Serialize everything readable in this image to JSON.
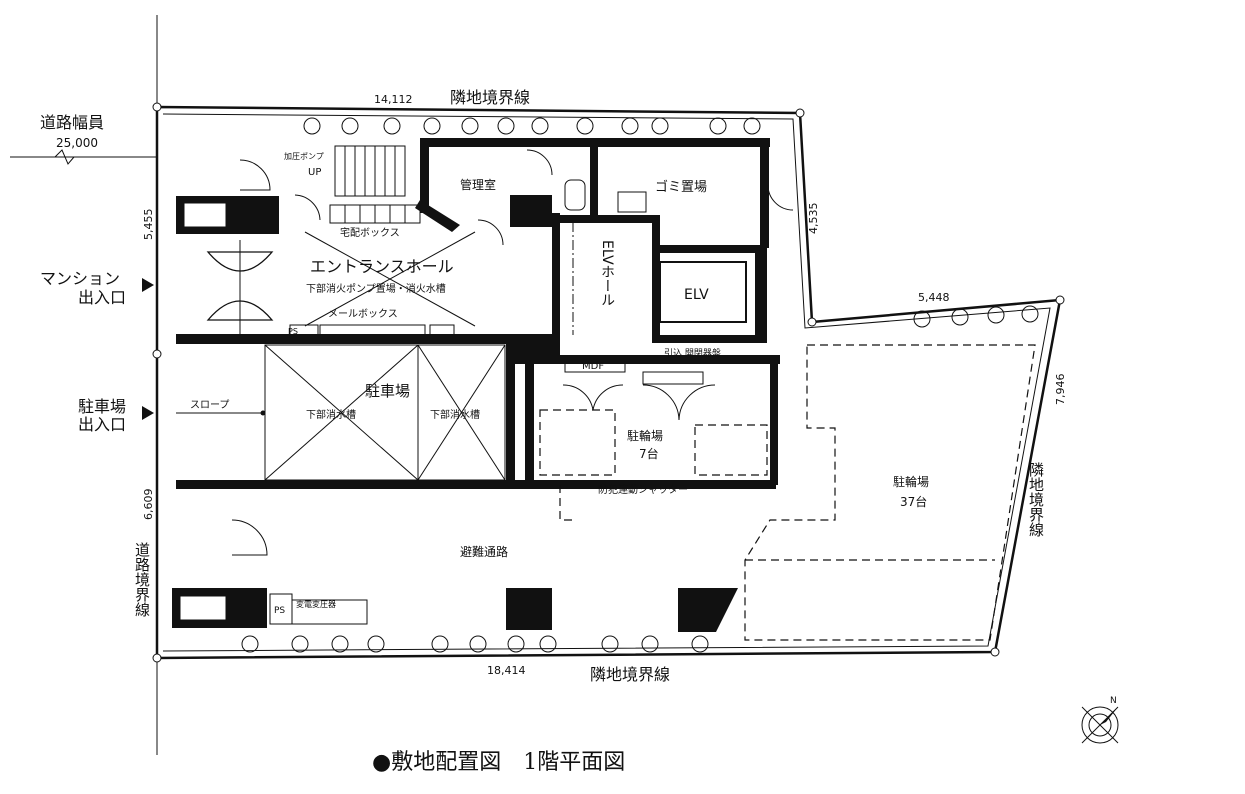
{
  "boundary": {
    "top_label": "隣地境界線",
    "bottom_label": "隣地境界線",
    "right_label": "隣地境界線",
    "left_label": "道路境界線",
    "road_width_label": "道路幅員",
    "road_width_value": "25,000"
  },
  "dimensions": {
    "top": "14,112",
    "bottom": "18,414",
    "left_upper": "5,455",
    "left_lower": "6,609",
    "right_upper": "4,535",
    "right_mid": "5,448",
    "right_lower": "7,946"
  },
  "entrances": {
    "mansion_line1": "マンション",
    "mansion_line2": "出入口",
    "parking_line1": "駐車場",
    "parking_line2": "出入口"
  },
  "rooms": {
    "entrance_hall": "エントランスホール",
    "pump_room": "下部消火ポンプ置場・消火水槽",
    "parcel_box": "宅配ボックス",
    "mail_box": "メールボックス",
    "management": "管理室",
    "garbage": "ゴミ置場",
    "elv_hall": "ELVホール",
    "elv": "ELV",
    "pressure_pump": "加圧ポンプ",
    "up": "UP",
    "parking": "駐車場",
    "slope": "スロープ",
    "water_tank_1": "下部消水槽",
    "water_tank_2": "下部消水槽",
    "mdf": "MDF",
    "incoming_board": "引込\n開閉器盤",
    "bicycle_small": "駐輪場",
    "bicycle_small_count": "7台",
    "bicycle_large": "駐輪場",
    "bicycle_large_count": "37台",
    "shutter": "防犯連動シャッター",
    "evacuation": "避難通路",
    "transformer": "変電変圧器",
    "ps": "PS"
  },
  "caption": "●敷地配置図　1階平面図",
  "compass_label": "N"
}
